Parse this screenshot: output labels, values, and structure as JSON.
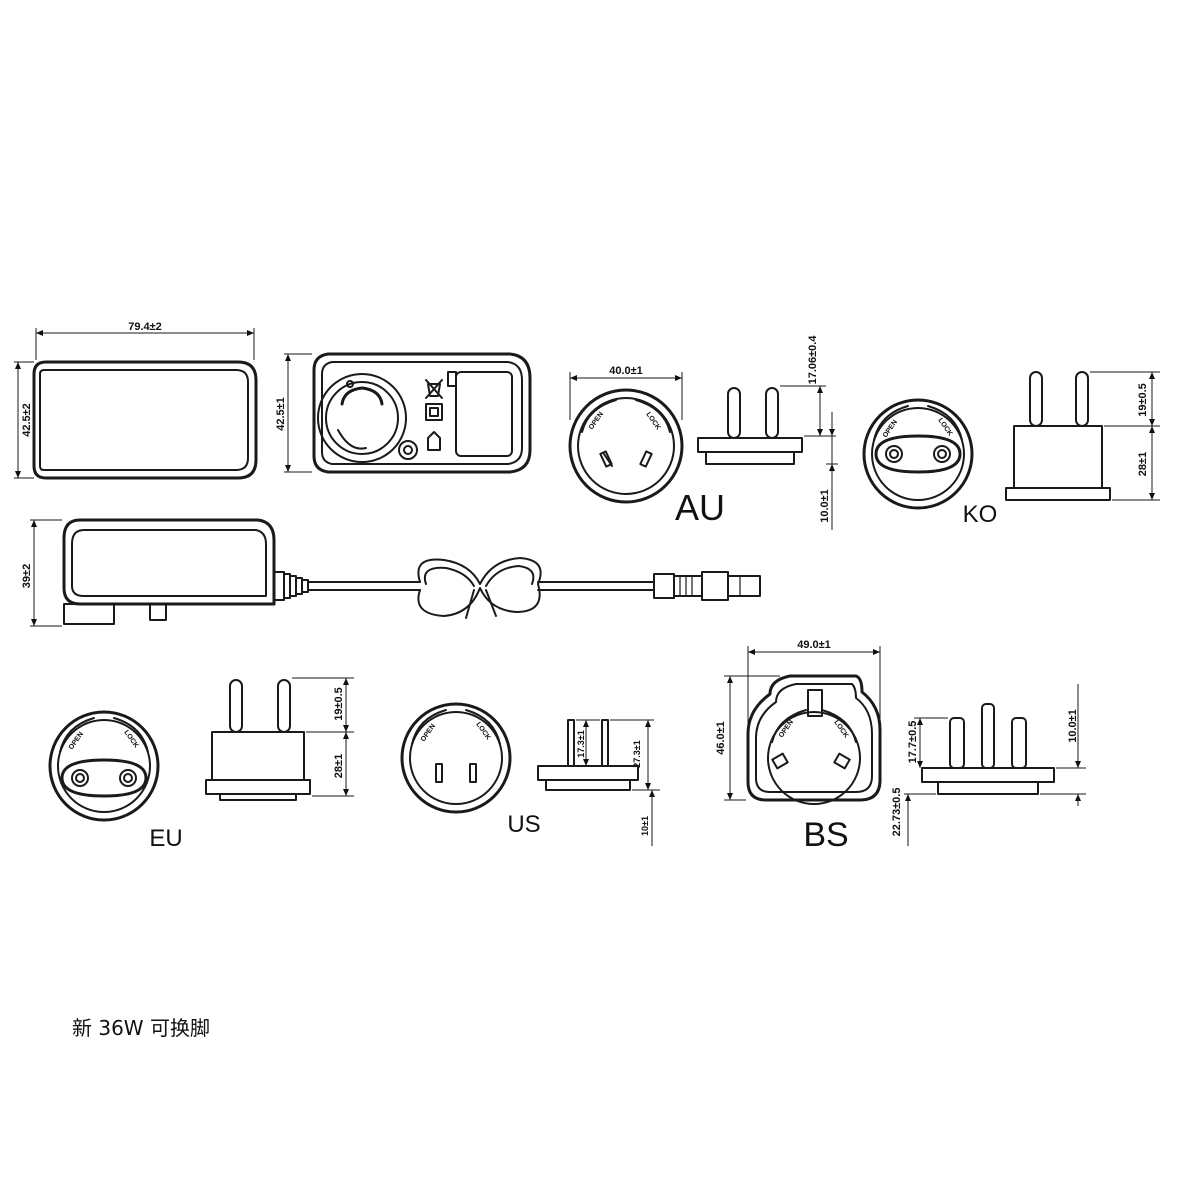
{
  "caption": "新 36W 可换脚",
  "adapter": {
    "width_dim": "79.4±2",
    "height_front_dim": "42.5±2",
    "height_back_dim": "42.5±1",
    "depth_dim": "39±2"
  },
  "plugs": {
    "au": {
      "name": "AU",
      "diameter_dim": "40.0±1",
      "pin_dim": "17.06±0.4",
      "base_dim": "10.0±1"
    },
    "ko": {
      "name": "KO",
      "pin_dim": "19±0.5",
      "base_dim": "28±1"
    },
    "eu": {
      "name": "EU",
      "pin_dim": "19±0.5",
      "base_dim": "28±1"
    },
    "us": {
      "name": "US",
      "pin_dim": "17.3±1",
      "total_dim": "27.3±1",
      "base_dim": "10±1"
    },
    "bs": {
      "name": "BS",
      "width_dim": "49.0±1",
      "height_dim": "46.0±1",
      "pin_dim": "17.7±0.5",
      "pin_top_dim": "10.0±1",
      "base_dim": "22.73±0.5"
    }
  },
  "ring_labels": {
    "open": "OPEN",
    "lock": "LOCK"
  }
}
